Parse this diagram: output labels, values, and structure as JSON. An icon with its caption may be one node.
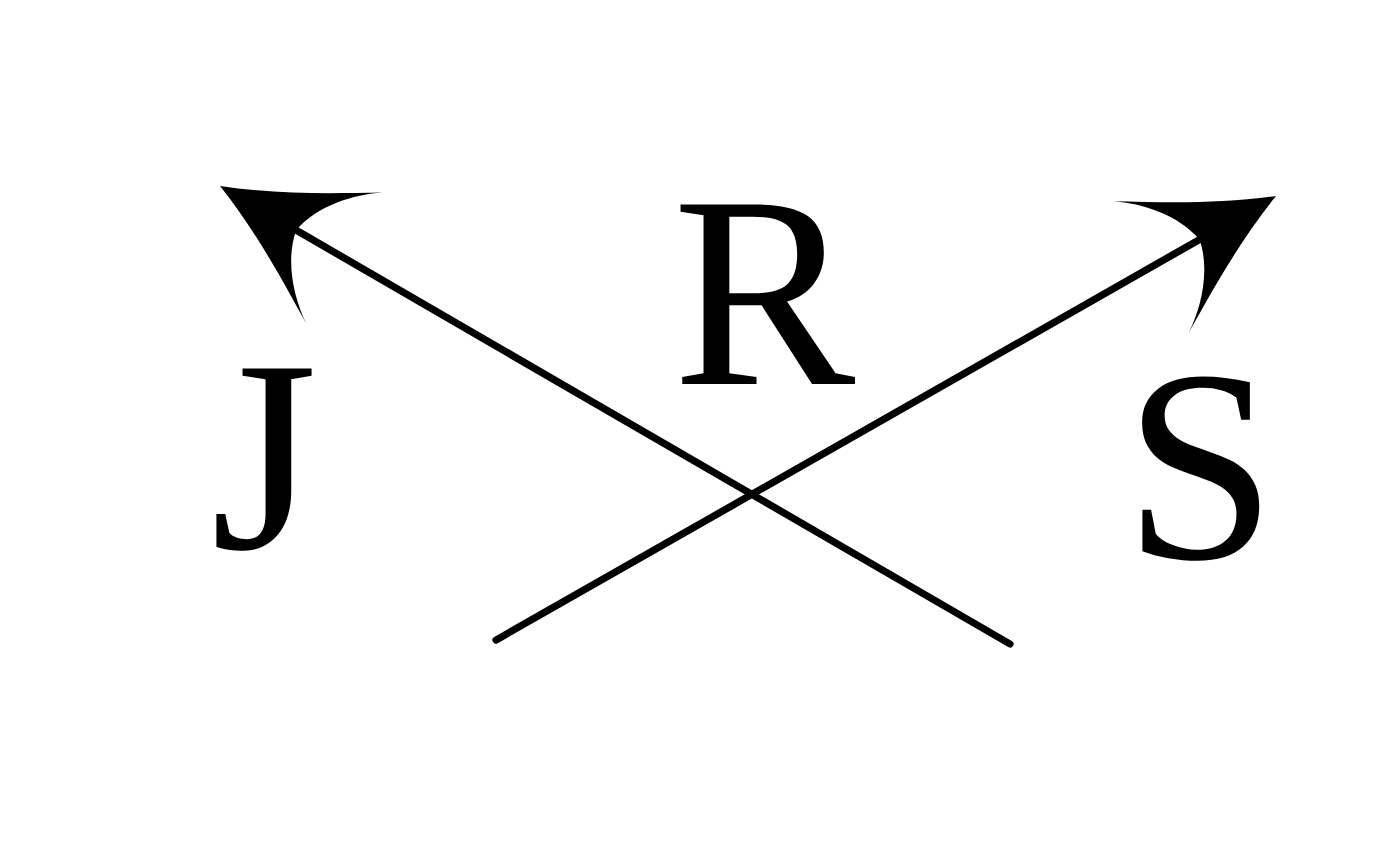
{
  "diagram": {
    "labels": [
      "J",
      "R",
      "S"
    ]
  }
}
